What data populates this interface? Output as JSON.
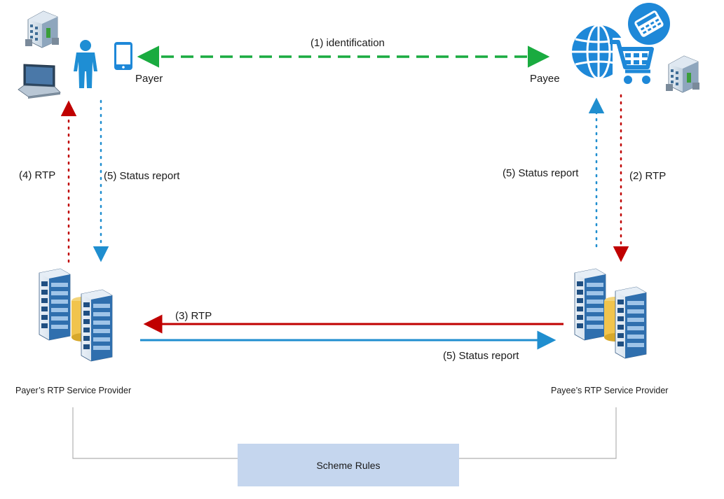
{
  "actors": {
    "payer": "Payer",
    "payee": "Payee",
    "payer_provider": "Payer’s RTP Service Provider",
    "payee_provider": "Payee’s RTP Service Provider"
  },
  "box": {
    "scheme_rules": "Scheme Rules"
  },
  "messages": {
    "identification": "(1) identification",
    "rtp_payee_side": "(2) RTP",
    "rtp_interbank": "(3) RTP",
    "rtp_payer_side": "(4) RTP",
    "status_payer_side": "(5) Status report",
    "status_payee_side": "(5) Status report",
    "status_interbank": "(5) Status report"
  },
  "colors": {
    "green": "#1aab40",
    "red": "#c00000",
    "blue": "#1f8ecf",
    "icon_blue": "#1e88d8",
    "server_blue": "#2f6fae",
    "rules_fill": "#c5d6ee",
    "line_gray": "#b0b0b0"
  },
  "icons": [
    "office-building-icon",
    "laptop-icon",
    "person-icon",
    "smartphone-icon",
    "globe-cart-icon",
    "card-terminal-icon",
    "server-icon"
  ]
}
